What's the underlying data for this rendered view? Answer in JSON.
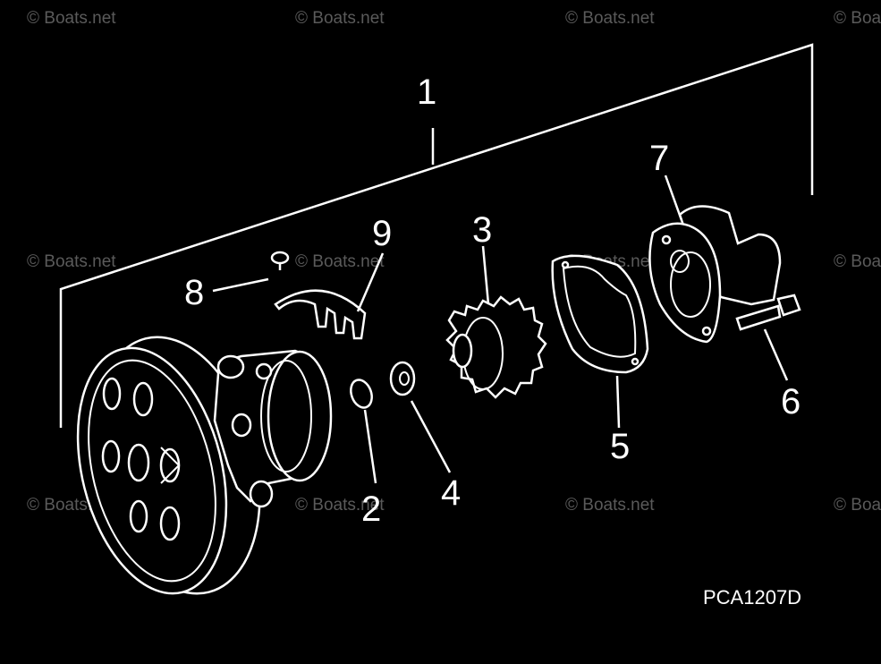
{
  "watermark": "© Boats.net",
  "drawing_code": "PCA1207D",
  "callouts": {
    "c1": "1",
    "c2": "2",
    "c3": "3",
    "c4": "4",
    "c5": "5",
    "c6": "6",
    "c7": "7",
    "c8": "8",
    "c9": "9"
  },
  "colors": {
    "background": "#000000",
    "line": "#ffffff",
    "watermark": "#5a5a5a"
  }
}
